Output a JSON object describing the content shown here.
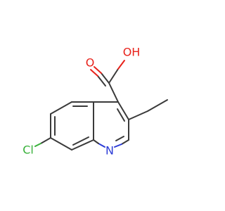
{
  "molecule": {
    "atoms": {
      "oxygen_carbonyl": {
        "symbol": "O",
        "color": "#e8221b"
      },
      "hydroxyl": {
        "symbol": "OH",
        "color": "#e8221b"
      },
      "chlorine": {
        "symbol": "Cl",
        "color": "#38b13a"
      },
      "nitrogen": {
        "symbol": "N",
        "color": "#2b3bd6"
      }
    },
    "bond_color": "#3a3a3a"
  }
}
